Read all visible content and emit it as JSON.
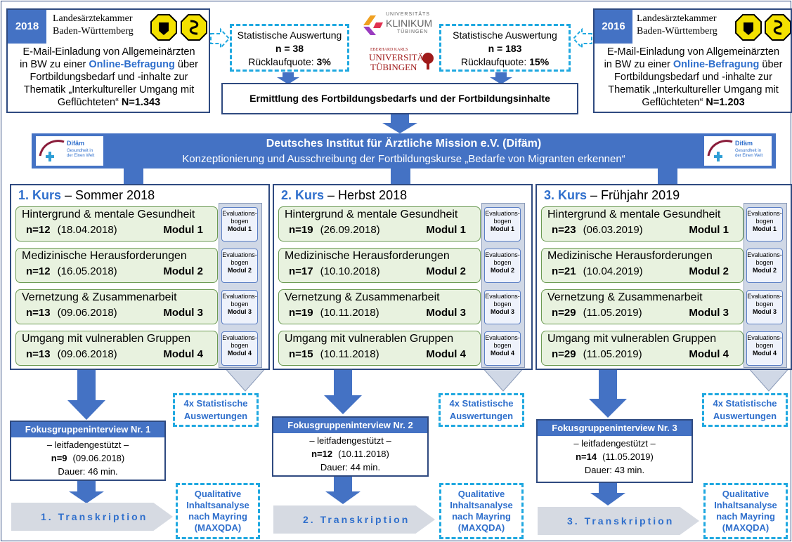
{
  "colors": {
    "frame": "#2f4a80",
    "arrow": "#4472c4",
    "module_bg": "#e8f2df",
    "module_border": "#6b9a53",
    "dashed": "#1fa8e0",
    "accent_text": "#2f6fcc"
  },
  "chamber_left": {
    "year": "2018",
    "name_line1": "Landesärztekammer",
    "name_line2": "Baden-Württemberg",
    "text_line1": "E-Mail-Einladung von Allgemeinärzten",
    "text_line2_a": "in BW zu einer ",
    "text_line2_b": "Online-Befragung",
    "text_line2_c": " über",
    "text_line3": "Fortbildungsbedarf und -inhalte zur",
    "text_line4": "Thematik „Interkultureller Umgang mit",
    "text_line5_a": "Geflüchteten“  ",
    "text_line5_b": "N=1.343"
  },
  "chamber_right": {
    "year": "2016",
    "name_line1": "Landesärztekammer",
    "name_line2": "Baden-Württemberg",
    "text_line1": "E-Mail-Einladung von Allgemeinärzten",
    "text_line2_a": "in BW zu einer ",
    "text_line2_b": "Online-Befragung",
    "text_line2_c": " über",
    "text_line3": "Fortbildungsbedarf und -inhalte zur",
    "text_line4": "Thematik „Interkultureller Umgang mit",
    "text_line5_a": "Geflüchteten“  ",
    "text_line5_b": "N=1.203"
  },
  "stat_left": {
    "title": "Statistische Auswertung",
    "n": "n = 38",
    "quote_label": "Rücklaufquote: ",
    "quote_value": "3%"
  },
  "stat_right": {
    "title": "Statistische Auswertung",
    "n": "n = 183",
    "quote_label": "Rücklaufquote: ",
    "quote_value": "15%"
  },
  "logo_klinikum": {
    "line1": "UNIVERSITÄTS",
    "line2": "KLINIKUM",
    "line3": "TÜBINGEN"
  },
  "logo_uni": {
    "line1": "EBERHARD KARLS",
    "line2": "UNIVERSITÄT",
    "line3": "TÜBINGEN"
  },
  "ermittlung": "Ermittlung des Fortbildungsbedarfs und der Fortbildungsinhalte",
  "difam": {
    "title": "Deutsches Institut für Ärztliche Mission e.V. (Difäm)",
    "subtitle": "Konzeptionierung und Ausschreibung der Fortbildungskurse „Bedarfe von Migranten erkennen“",
    "logo_name": "Difäm",
    "logo_tag1": "Gesundheit in",
    "logo_tag2": "der Einen Welt"
  },
  "eval": {
    "line1": "Evaluations-",
    "line2": "bogen"
  },
  "stat4": {
    "line1": "4x Statistische",
    "line2": "Auswertungen"
  },
  "qual": {
    "line1": "Qualitative",
    "line2": "Inhaltsanalyse",
    "line3": "nach Mayring",
    "line4": "(MAXQDA)"
  },
  "courses": [
    {
      "num": "1. Kurs",
      "season": " – Sommer 2018",
      "modules": [
        {
          "title": "Hintergrund & mentale Gesundheit",
          "n": "n=12",
          "date": "(18.04.2018)",
          "mod": "Modul 1"
        },
        {
          "title": "Medizinische Herausforderungen",
          "n": "n=12",
          "date": "(16.05.2018)",
          "mod": "Modul 2"
        },
        {
          "title": "Vernetzung & Zusammenarbeit",
          "n": "n=13",
          "date": "(09.06.2018)",
          "mod": "Modul 3"
        },
        {
          "title": "Umgang mit vulnerablen Gruppen",
          "n": "n=13",
          "date": "(09.06.2018)",
          "mod": "Modul 4"
        }
      ],
      "fokus": {
        "title": "Fokusgruppeninterview Nr. 1",
        "sub": "– leitfadengestützt –",
        "n": "n=9",
        "date": "(09.06.2018)",
        "dauer": "Dauer: 46 min."
      },
      "trans": "1. Transkription"
    },
    {
      "num": "2. Kurs",
      "season": " – Herbst 2018",
      "modules": [
        {
          "title": "Hintergrund & mentale Gesundheit",
          "n": "n=19",
          "date": "(26.09.2018)",
          "mod": "Modul 1"
        },
        {
          "title": "Medizinische Herausforderungen",
          "n": "n=17",
          "date": "(10.10.2018)",
          "mod": "Modul 2"
        },
        {
          "title": "Vernetzung & Zusammenarbeit",
          "n": "n=19",
          "date": "(10.11.2018)",
          "mod": "Modul 3"
        },
        {
          "title": "Umgang mit vulnerablen Gruppen",
          "n": "n=15",
          "date": "(10.11.2018)",
          "mod": "Modul 4"
        }
      ],
      "fokus": {
        "title": "Fokusgruppeninterview Nr. 2",
        "sub": "– leitfadengestützt –",
        "n": "n=12",
        "date": "(10.11.2018)",
        "dauer": "Dauer: 44 min."
      },
      "trans": "2. Transkription"
    },
    {
      "num": "3. Kurs",
      "season": " – Frühjahr 2019",
      "modules": [
        {
          "title": "Hintergrund & mentale Gesundheit",
          "n": "n=23",
          "date": "(06.03.2019)",
          "mod": "Modul 1"
        },
        {
          "title": "Medizinische Herausforderungen",
          "n": "n=21",
          "date": "(10.04.2019)",
          "mod": "Modul 2"
        },
        {
          "title": "Vernetzung & Zusammenarbeit",
          "n": "n=29",
          "date": "(11.05.2019)",
          "mod": "Modul 3"
        },
        {
          "title": "Umgang mit vulnerablen Gruppen",
          "n": "n=29",
          "date": "(11.05.2019)",
          "mod": "Modul 4"
        }
      ],
      "fokus": {
        "title": "Fokusgruppeninterview Nr. 3",
        "sub": "– leitfadengestützt –",
        "n": "n=14",
        "date": "(11.05.2019)",
        "dauer": "Dauer: 43 min."
      },
      "trans": "3. Transkription"
    }
  ]
}
